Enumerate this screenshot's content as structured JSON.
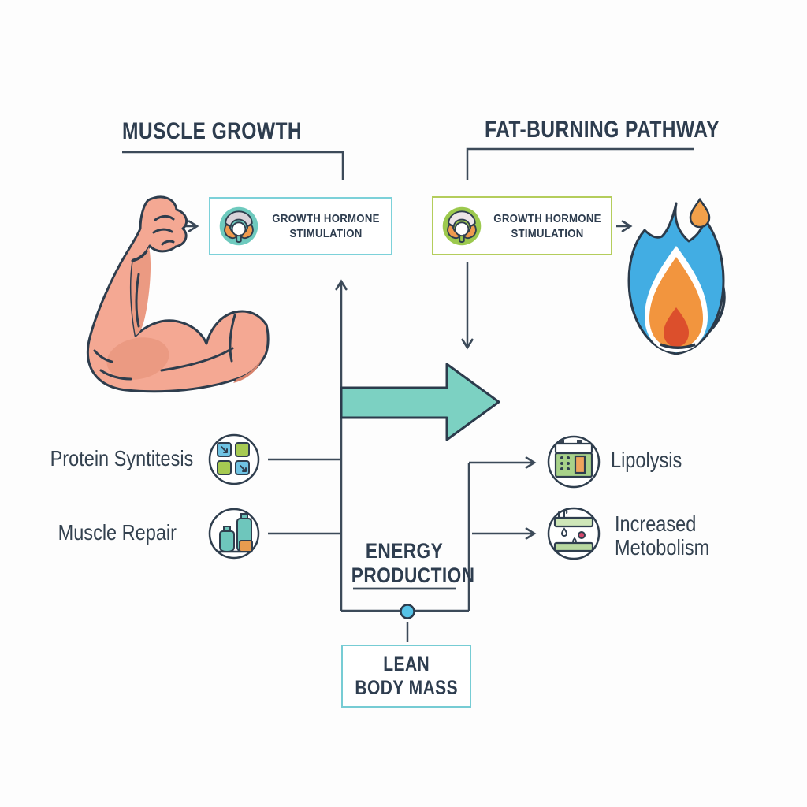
{
  "titles": {
    "muscle_growth": "MUSCLE GROWTH",
    "fat_burning": "FAT-BURNING PATHWAY"
  },
  "boxes": {
    "growth_hormone_left": {
      "line1": "GROWTH HORMONE",
      "line2": "STIMULATION"
    },
    "growth_hormone_right": {
      "line1": "GROWTH HORMONE",
      "line2": "STIMULATION"
    },
    "energy": {
      "line1": "ENERGY",
      "line2": "PRODUCTION"
    },
    "lean_body_mass": {
      "line1": "LEAN",
      "line2": "BODY MASS"
    }
  },
  "labels": {
    "protein_synthesis": "Protein Syntitesis",
    "muscle_repair": "Muscle Repair",
    "lipolysis": "Lipolysis",
    "increased_metabolism_line1": "Increased",
    "increased_metabolism_line2": "Metobolism"
  },
  "icons": {
    "left_branch": "pituitary-gland-icon (teal circle)",
    "right_branch": "pituitary-gland-icon (green circle)",
    "muscle": "bicep-arm-illustration",
    "fat": "flame-icon",
    "protein": "protein-synthesis-squares-icon",
    "repair": "muscle-repair-vials-icon",
    "lipolysis": "lipolysis-meter-icon",
    "metabolism": "metabolism-conveyor-icon",
    "junction": "blue-connector-dot"
  },
  "colors": {
    "text": "#2e3d4f",
    "line": "#3c4a59",
    "teal_arrow": "#7cd1c2",
    "box_border_teal": "#7cd1d9",
    "box_border_green": "#b4cd5c",
    "gland_circle_teal": "#6ecabe",
    "gland_circle_green": "#9cc94e",
    "flame_blue": "#42ade3",
    "flame_orange": "#f2953e",
    "flame_red": "#dc4f2c",
    "skin": "#f4a893",
    "dot_blue": "#56c3e8"
  }
}
